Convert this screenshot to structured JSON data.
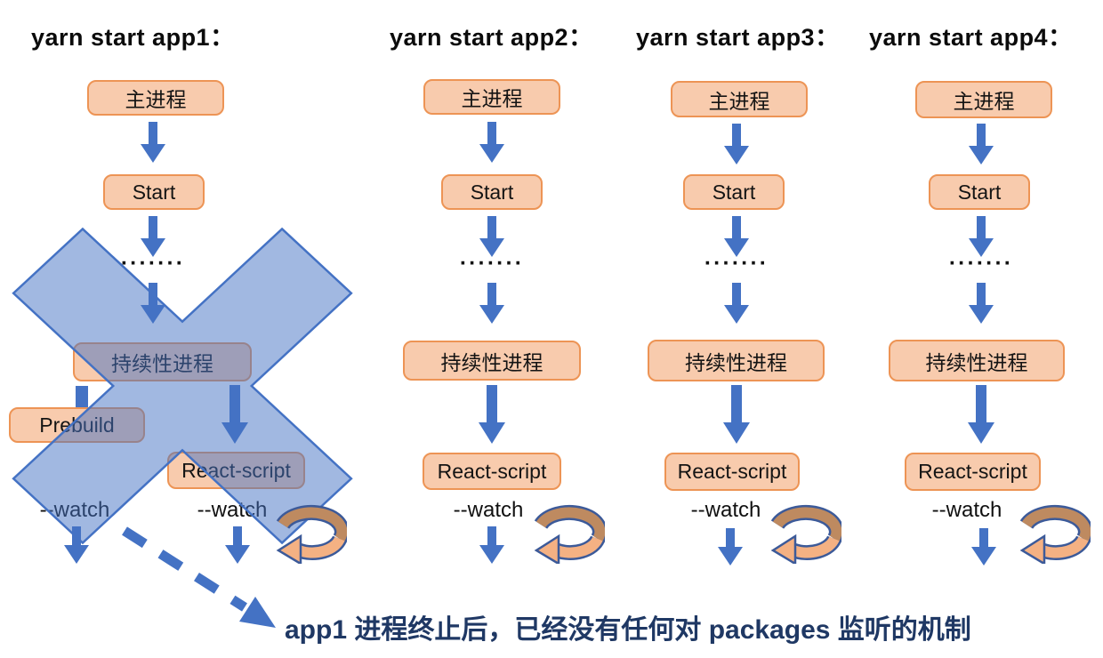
{
  "diagram": {
    "columns": [
      {
        "id": "app1",
        "title": "yarn start app1："
      },
      {
        "id": "app2",
        "title": "yarn start app2："
      },
      {
        "id": "app3",
        "title": "yarn start app3："
      },
      {
        "id": "app4",
        "title": "yarn start app4："
      }
    ],
    "labels": {
      "main_process": "主进程",
      "start": "Start",
      "dots": "·······",
      "persistent_process": "持续性进程",
      "prebuild": "Prebuild",
      "react_script": "React-script",
      "watch": "--watch"
    },
    "annotation": "app1 进程终止后，已经没有任何对 packages 监听的机制",
    "colors": {
      "box_fill": "#F8CBAD",
      "box_border": "#ED9455",
      "arrow_blue": "#4472C4",
      "cross_fill": "rgba(68,114,196,0.5)",
      "cross_border": "#4472C4",
      "loop_top_band": "#BE8A60",
      "loop_bottom_band": "#F4B183",
      "loop_outline": "#3C5A99",
      "annotation_text": "#1F3864"
    }
  }
}
